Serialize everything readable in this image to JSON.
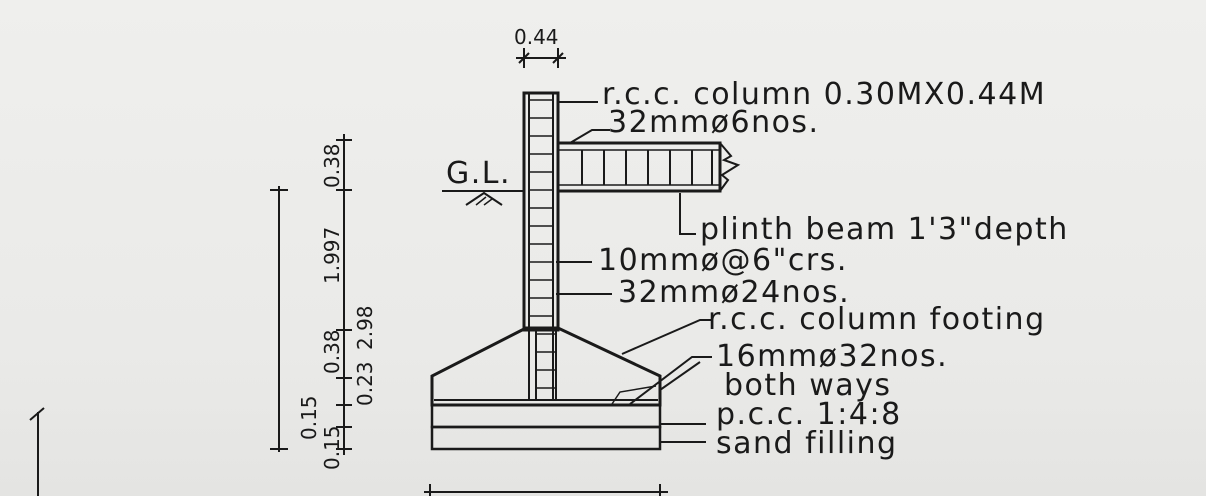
{
  "drawing": {
    "labels": {
      "column": "r.c.c. column 0.30MX0.44M",
      "column_bars": "32mmø6nos.",
      "ground_level": "G.L.",
      "plinth_beam": "plinth beam 1'3\"depth",
      "ties": "10mmø@6\"crs.",
      "main_bars": "32mmø24nos.",
      "footing": "r.c.c. column footing",
      "footing_bars": "16mmø32nos.",
      "both_ways": "both ways",
      "pcc": "p.c.c. 1:4:8",
      "sand": "sand filling"
    },
    "dimensions": {
      "column_width": "0.44",
      "d_038_top": "0.38",
      "d_1997": "1.997",
      "d_038_mid": "0.38",
      "d_023": "0.23",
      "d_015_a": "0.15",
      "d_015_b": "0.15",
      "d_298": "2.98"
    },
    "colors": {
      "ink": "#1a1a1a",
      "paper": "#ececea"
    }
  }
}
